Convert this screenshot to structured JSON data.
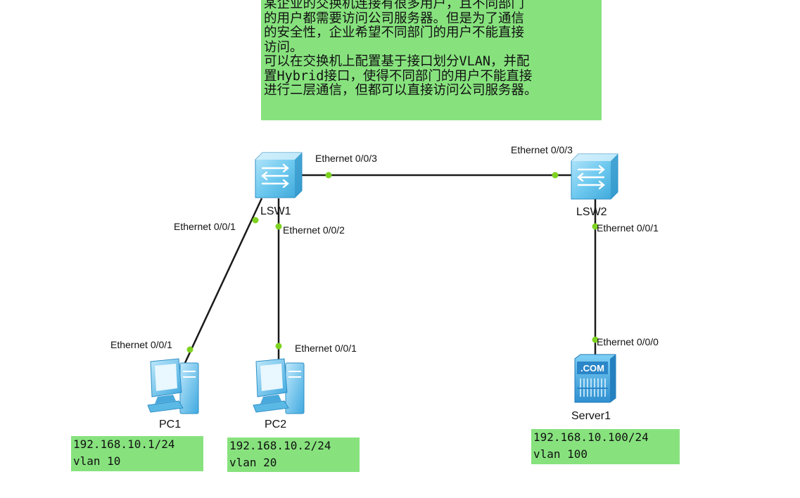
{
  "description": {
    "lines": [
      "某企业的交换机连接有很多用户，且不同部门",
      "的用户都需要访问公司服务器。但是为了通信",
      "的安全性，企业希望不同部门的用户不能直接",
      "访问。",
      "可以在交换机上配置基于接口划分VLAN，并配",
      "置Hybrid接口，使得不同部门的用户不能直接",
      "进行二层通信，但都可以直接访问公司服务器。"
    ]
  },
  "devices": {
    "lsw1": {
      "label": "LSW1"
    },
    "lsw2": {
      "label": "LSW2"
    },
    "pc1": {
      "label": "PC1"
    },
    "pc2": {
      "label": "PC2"
    },
    "server1": {
      "label": "Server1",
      "badge": ".COM"
    }
  },
  "ports": {
    "lsw1_e3": "Ethernet 0/0/3",
    "lsw2_e3": "Ethernet 0/0/3",
    "lsw1_e1": "Ethernet 0/0/1",
    "lsw1_e2": "Ethernet 0/0/2",
    "lsw2_e1": "Ethernet 0/0/1",
    "pc1_e1": "Ethernet 0/0/1",
    "pc2_e1": "Ethernet 0/0/1",
    "server1_e0": "Ethernet 0/0/0"
  },
  "notes": {
    "pc1": {
      "ip": "192.168.10.1/24",
      "vlan": "vlan 10"
    },
    "pc2": {
      "ip": "192.168.10.2/24",
      "vlan": "vlan 20"
    },
    "server1": {
      "ip": "192.168.10.100/24",
      "vlan": "vlan 100"
    }
  },
  "colors": {
    "note_bg": "#87e27e",
    "link": "#1a1a1a",
    "port_dot": "#7ed321",
    "switch_body": "#6ec9ef",
    "pc_body": "#4fb8ea",
    "server_body": "#3a9bdc"
  },
  "icons": {
    "switch": "network-switch-icon",
    "pc": "desktop-pc-icon",
    "server": "com-server-icon"
  }
}
